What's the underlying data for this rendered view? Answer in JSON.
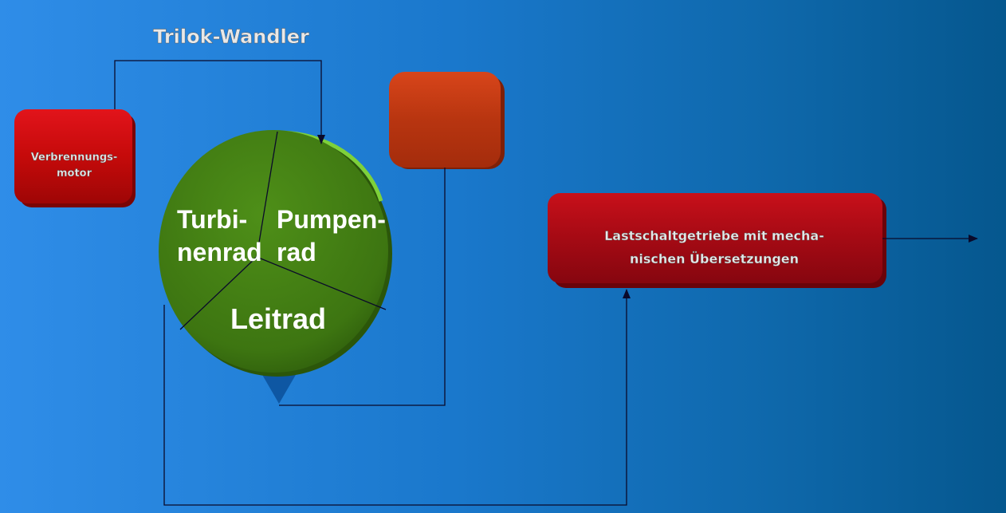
{
  "title": "Trilok-Wandler",
  "blocks": {
    "engine": {
      "line1": "Verbrennungs-",
      "line2": "motor",
      "color": "#c50a0a"
    },
    "freewheel": {
      "label": "",
      "color": "#b83510"
    },
    "gearbox": {
      "line1": "Lastschaltgetriebe mit mecha-",
      "line2": "nischen Übersetzungen",
      "color": "#a50a14"
    }
  },
  "wheel": {
    "color": "#3f7a12",
    "turbine": {
      "line1": "Turbi-",
      "line2": "nenrad"
    },
    "pump": {
      "line1": "Pumpen-",
      "line2": "rad"
    },
    "stator": {
      "label": "Leitrad"
    }
  },
  "colors": {
    "connector": "#0a0a2a",
    "stator_marker": "#0e57a3"
  }
}
